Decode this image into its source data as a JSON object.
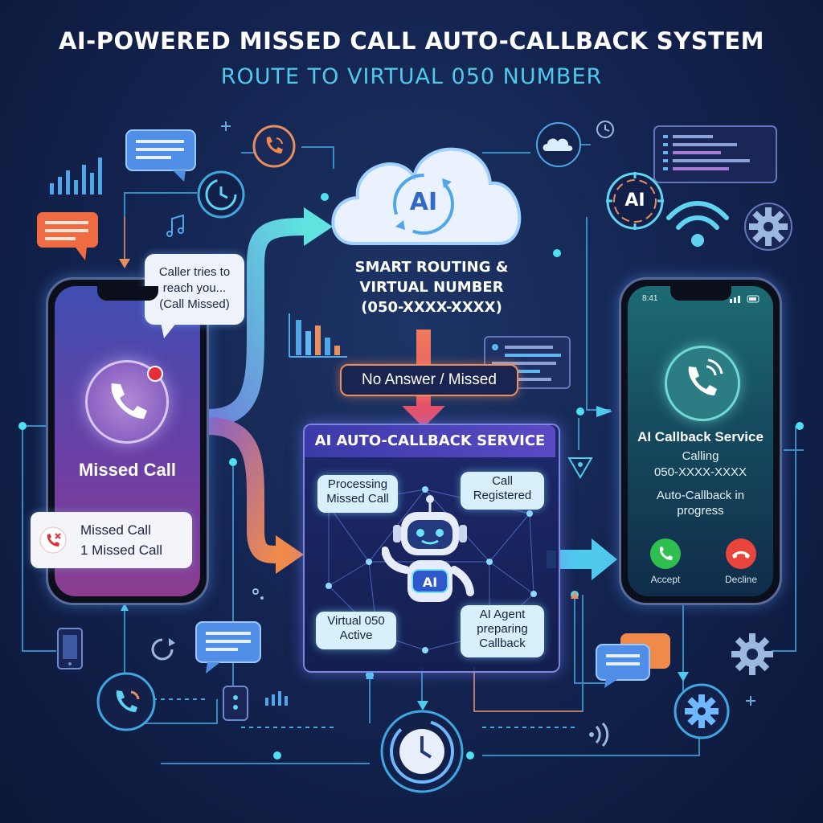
{
  "header": {
    "title": "AI-POWERED MISSED CALL AUTO-CALLBACK SYSTEM",
    "subtitle": "ROUTE TO VIRTUAL 050 NUMBER"
  },
  "left_phone": {
    "bubble_lines": [
      "Caller tries to",
      "reach you...",
      "(Call Missed)"
    ],
    "status_label": "Missed Call",
    "notification_title": "Missed Call",
    "notification_detail": "1 Missed Call"
  },
  "cloud": {
    "badge": "AI",
    "label_lines": [
      "SMART ROUTING &",
      "VIRTUAL NUMBER",
      "(050-XXXX-XXXX)"
    ]
  },
  "flow": {
    "status_chip": "No Answer / Missed"
  },
  "service": {
    "header": "AI AUTO-CALLBACK SERVICE",
    "robot_badge": "AI",
    "steps": {
      "processing": [
        "Processing",
        "Missed Call"
      ],
      "registered": [
        "Call",
        "Registered"
      ],
      "virtual": [
        "Virtual 050",
        "Active"
      ],
      "agent": [
        "AI Agent",
        "preparing",
        "Callback"
      ]
    }
  },
  "right_phone": {
    "status_time": "8:41",
    "service_name": "AI Callback Service",
    "calling_line": "Calling",
    "number": "050-XXXX-XXXX",
    "progress_lines": [
      "Auto-Callback in",
      "progress"
    ],
    "accept_label": "Accept",
    "decline_label": "Decline"
  },
  "badges": {
    "right_ai": "AI"
  },
  "colors": {
    "accent_cyan": "#4fc9ec",
    "arrow_orange": "#f08a4b",
    "accept_green": "#2fbf4f",
    "decline_red": "#e8453c",
    "missed_dot": "#e52e3a"
  }
}
